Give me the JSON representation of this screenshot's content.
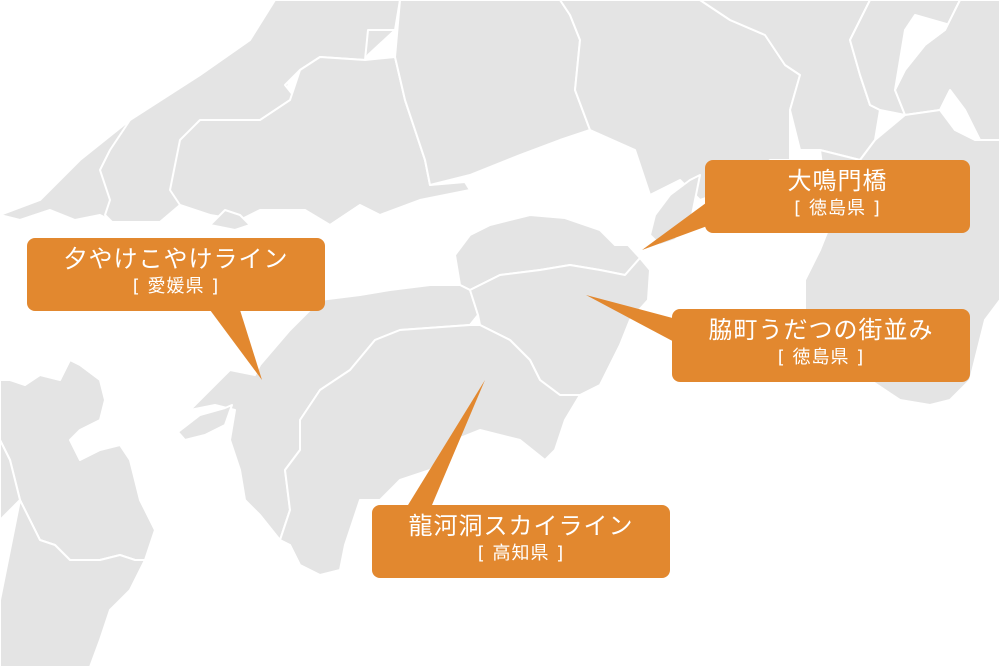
{
  "map": {
    "region": "四国",
    "land_color": "#e4e4e4",
    "sea_color": "#ffffff",
    "border_color": "#ffffff",
    "callout_color": "#e2882f",
    "callout_text_color": "#ffffff"
  },
  "callouts": [
    {
      "title": "夕やけこやけライン",
      "prefecture": "[ 愛媛県 ]"
    },
    {
      "title": "大鳴門橋",
      "prefecture": "[ 徳島県 ]"
    },
    {
      "title": "脇町うだつの街並み",
      "prefecture": "[ 徳島県 ]"
    },
    {
      "title": "龍河洞スカイライン",
      "prefecture": "[ 高知県 ]"
    }
  ]
}
